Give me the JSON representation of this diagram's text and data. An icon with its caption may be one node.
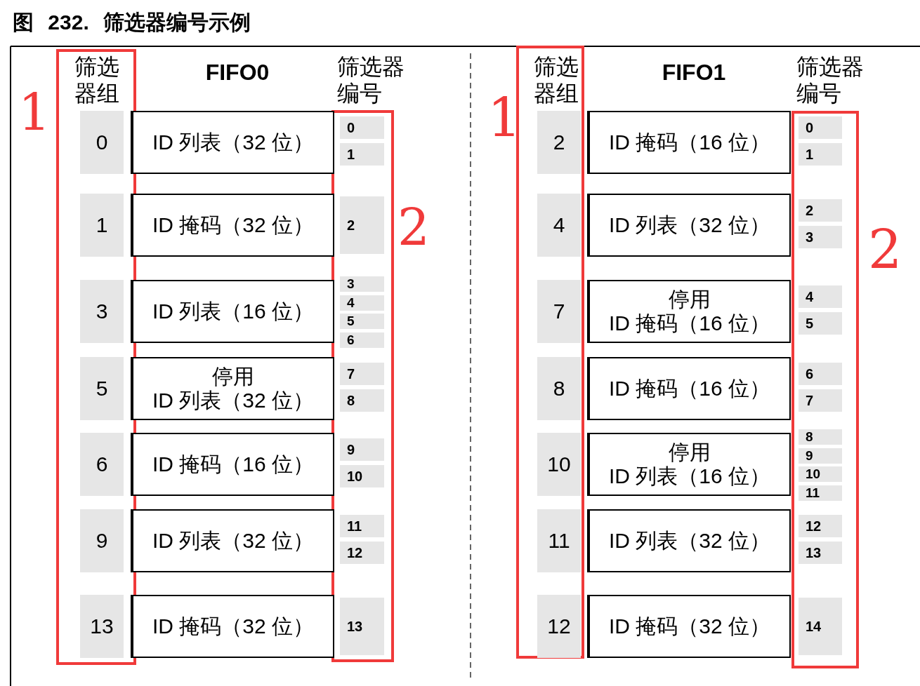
{
  "diagram": {
    "title": "图 232. 筛选器编号示例",
    "nodes": [
      {
        "text": [],
        "shape": "box"
      },
      {
        "text": [],
        "shape": "box"
      },
      {
        "text": [
          "0"
        ],
        "in": 0
      },
      {
        "text": [
          "ID 列表（32 位）"
        ]
      },
      {
        "text": [
          "0"
        ],
        "in": 1
      },
      {
        "text": [
          "1"
        ],
        "in": 1
      },
      {
        "text": [
          "1"
        ],
        "in": 0
      },
      {
        "text": [
          "ID 掩码（32 位）"
        ]
      },
      {
        "text": [
          "2"
        ],
        "in": 1
      },
      {
        "text": [
          "3"
        ],
        "in": 0
      },
      {
        "text": [
          "ID 列表（16 位）"
        ]
      },
      {
        "text": [
          "3"
        ],
        "in": 1
      },
      {
        "text": [
          "4"
        ],
        "in": 1
      },
      {
        "text": [
          "5"
        ],
        "in": 1
      },
      {
        "text": [
          "6"
        ],
        "in": 1
      },
      {
        "text": [
          "5"
        ],
        "in": 0
      },
      {
        "text": [
          "停用",
          "ID 列表（32 位）"
        ]
      },
      {
        "text": [
          "7"
        ],
        "in": 1
      },
      {
        "text": [
          "8"
        ],
        "in": 1
      },
      {
        "text": [
          "6"
        ],
        "in": 0
      },
      {
        "text": [
          "ID 掩码（16 位）"
        ]
      },
      {
        "text": [
          "9"
        ],
        "in": 1
      },
      {
        "text": [
          "10"
        ],
        "in": 1
      },
      {
        "text": [
          "9"
        ],
        "in": 0
      },
      {
        "text": [
          "ID 列表（32 位）"
        ]
      },
      {
        "text": [
          "11"
        ],
        "in": 1
      },
      {
        "text": [
          "12"
        ],
        "in": 1
      },
      {
        "text": [
          "13"
        ],
        "in": 0
      },
      {
        "text": [
          "ID 掩码（32 位）"
        ]
      },
      {
        "text": [
          "13"
        ],
        "in": 1
      },
      {
        "text": [],
        "shape": "box"
      },
      {
        "text": [],
        "shape": "box"
      },
      {
        "text": [
          "2"
        ],
        "in": 30
      },
      {
        "text": [
          "ID 掩码（16 位）"
        ]
      },
      {
        "text": [
          "0"
        ],
        "in": 31
      },
      {
        "text": [
          "1"
        ],
        "in": 31
      },
      {
        "text": [
          "4"
        ],
        "in": 30
      },
      {
        "text": [
          "ID 列表（32 位）"
        ]
      },
      {
        "text": [
          "2"
        ],
        "in": 31
      },
      {
        "text": [
          "3"
        ],
        "in": 31
      },
      {
        "text": [
          "7"
        ],
        "in": 30
      },
      {
        "text": [
          "停用",
          "ID 掩码（16 位）"
        ]
      },
      {
        "text": [
          "4"
        ],
        "in": 31
      },
      {
        "text": [
          "5"
        ],
        "in": 31
      },
      {
        "text": [
          "8"
        ],
        "in": 30
      },
      {
        "text": [
          "ID 掩码（16 位）"
        ]
      },
      {
        "text": [
          "6"
        ],
        "in": 31
      },
      {
        "text": [
          "7"
        ],
        "in": 31
      },
      {
        "text": [
          "10"
        ],
        "in": 30
      },
      {
        "text": [
          "停用",
          "ID 列表（16 位）"
        ]
      },
      {
        "text": [
          "8"
        ],
        "in": 31
      },
      {
        "text": [
          "9"
        ],
        "in": 31
      },
      {
        "text": [
          "10"
        ],
        "in": 31
      },
      {
        "text": [
          "11"
        ],
        "in": 31
      },
      {
        "text": [
          "11"
        ],
        "in": 30
      },
      {
        "text": [
          "ID 列表（32 位）"
        ]
      },
      {
        "text": [
          "12"
        ],
        "in": 31
      },
      {
        "text": [
          "13"
        ],
        "in": 31
      },
      {
        "text": [
          "12"
        ],
        "in": 30
      },
      {
        "text": [
          "ID 掩码（32 位）"
        ]
      },
      {
        "text": [
          "14"
        ],
        "in": 31
      }
    ],
    "labels": [
      "筛选器组",
      "FIFO0",
      "筛选器编号",
      "筛选器组",
      "FIFO1",
      "筛选器编号",
      "1",
      "2",
      "1",
      "2"
    ]
  }
}
